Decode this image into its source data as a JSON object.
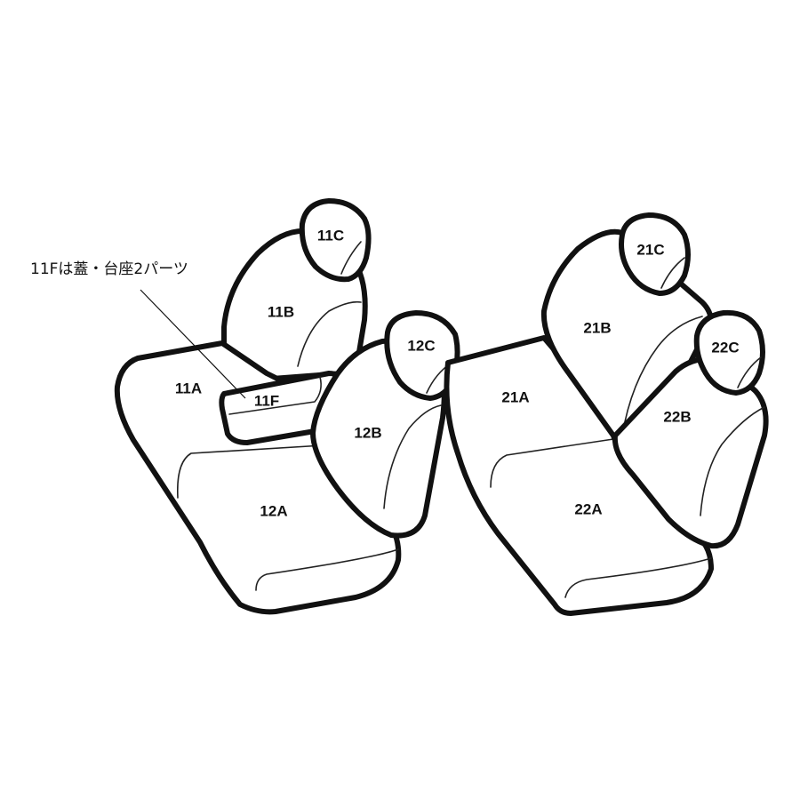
{
  "annotation": "11Fは蓋・台座2パーツ",
  "labels": {
    "p11A": "11A",
    "p11B": "11B",
    "p11C": "11C",
    "p11F": "11F",
    "p12A": "12A",
    "p12B": "12B",
    "p12C": "12C",
    "p21A": "21A",
    "p21B": "21B",
    "p21C": "21C",
    "p22A": "22A",
    "p22B": "22B",
    "p22C": "22C"
  }
}
